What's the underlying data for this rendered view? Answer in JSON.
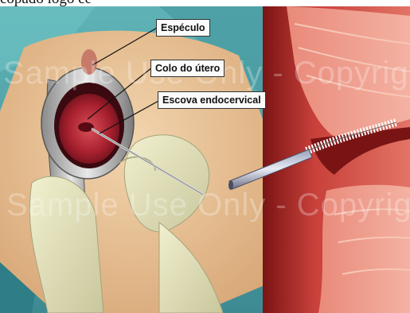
{
  "caption_partial": "copado logo ce",
  "labels": {
    "especulo": "Espéculo",
    "colo": "Colo do útero",
    "escova": "Escova endocervical"
  },
  "watermark": "Sample Use Only - Copyrighted",
  "colors": {
    "background_left": "#4aa6a8",
    "skin": "#e9c49a",
    "glove": "#dfe0b8",
    "tissue_right": "#c63a34"
  }
}
